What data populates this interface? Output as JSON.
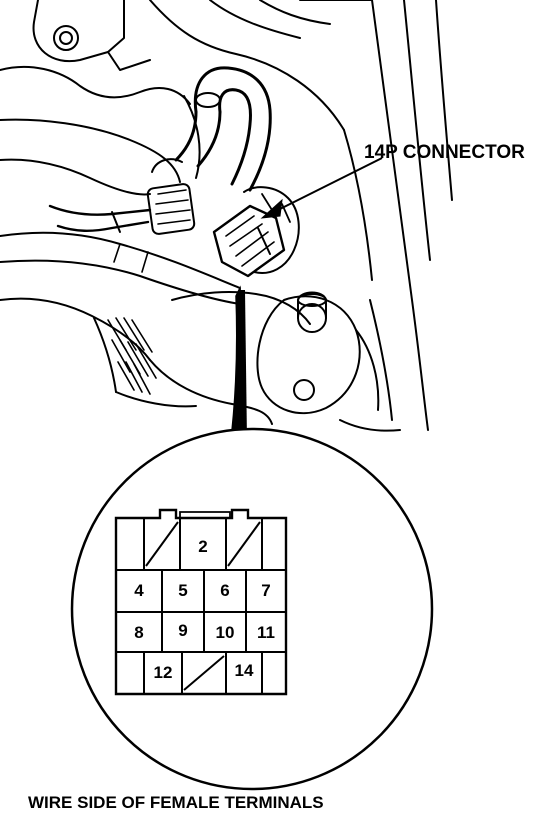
{
  "callout": {
    "connector_label": "14P CONNECTOR"
  },
  "caption": "WIRE SIDE OF FEMALE TERMINALS",
  "connector": {
    "pins": [
      {
        "label": "2"
      },
      {
        "label": "4"
      },
      {
        "label": "5"
      },
      {
        "label": "6"
      },
      {
        "label": "7"
      },
      {
        "label": "8"
      },
      {
        "label": "9"
      },
      {
        "label": "10"
      },
      {
        "label": "11"
      },
      {
        "label": "12"
      },
      {
        "label": "14"
      }
    ]
  },
  "colors": {
    "ink": "#000000",
    "paper": "#ffffff"
  }
}
